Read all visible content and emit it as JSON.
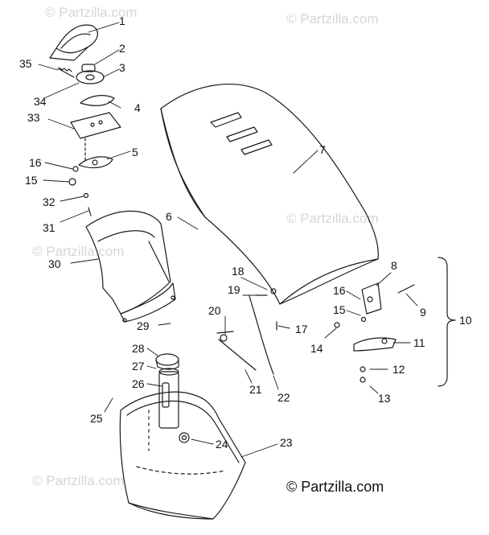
{
  "watermark_text": "© Partzilla.com",
  "footer_text": "© Partzilla.com",
  "callouts": {
    "c1": "1",
    "c2": "2",
    "c3": "3",
    "c4": "4",
    "c5": "5",
    "c6": "6",
    "c7": "7",
    "c8": "8",
    "c9": "9",
    "c10": "10",
    "c11": "11",
    "c12": "12",
    "c13": "13",
    "c14": "14",
    "c15a": "15",
    "c15b": "15",
    "c16a": "16",
    "c16b": "16",
    "c17": "17",
    "c18": "18",
    "c19": "19",
    "c20": "20",
    "c21": "21",
    "c22": "22",
    "c23": "23",
    "c24": "24",
    "c25": "25",
    "c26": "26",
    "c27": "27",
    "c28": "28",
    "c29": "29",
    "c30": "30",
    "c31": "31",
    "c32": "32",
    "c33": "33",
    "c34": "34",
    "c35": "35"
  },
  "colors": {
    "line": "#1a1a1a",
    "watermark": "#d6d6d6"
  }
}
